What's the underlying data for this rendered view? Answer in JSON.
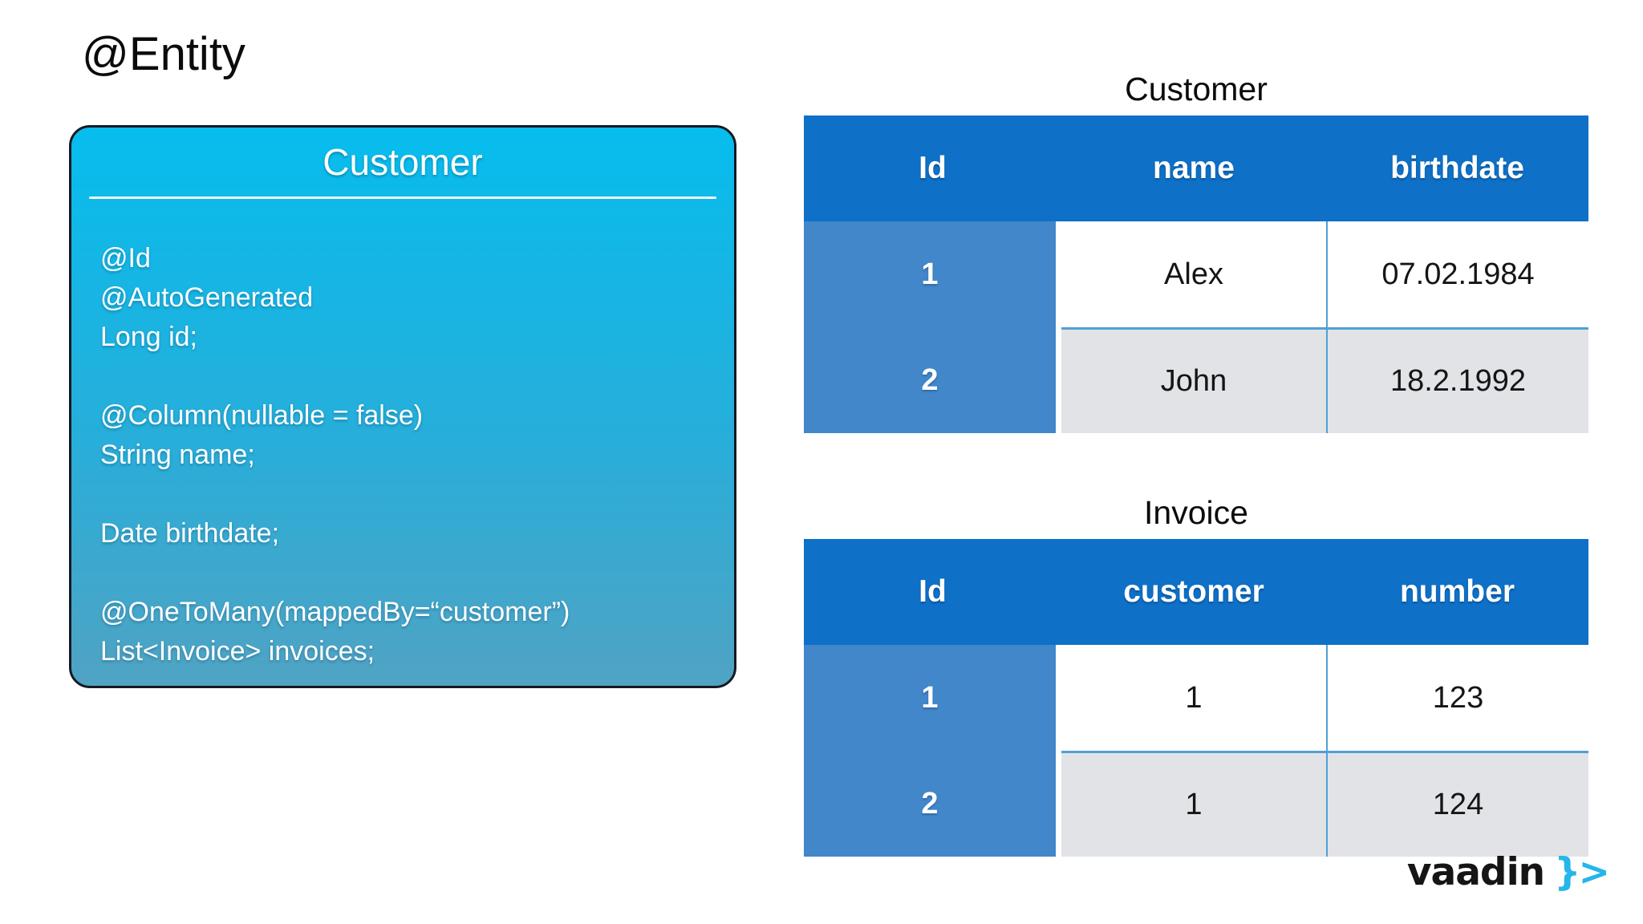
{
  "slide": {
    "title": "@Entity"
  },
  "entity_card": {
    "title": "Customer",
    "code_lines": [
      "@Id",
      "@AutoGenerated",
      "Long id;",
      "",
      "@Column(nullable = false)",
      "String name;",
      "",
      "Date birthdate;",
      "",
      "@OneToMany(mappedBy=“customer”)",
      "List<Invoice> invoices;"
    ]
  },
  "tables": {
    "customer": {
      "title": "Customer",
      "headers": [
        "Id",
        "name",
        "birthdate"
      ],
      "rows": [
        [
          "1",
          "Alex",
          "07.02.1984"
        ],
        [
          "2",
          "John",
          "18.2.1992"
        ]
      ]
    },
    "invoice": {
      "title": "Invoice",
      "headers": [
        "Id",
        "customer",
        "number"
      ],
      "rows": [
        [
          "1",
          "1",
          "123"
        ],
        [
          "2",
          "1",
          "124"
        ]
      ]
    }
  },
  "logo": {
    "text": "vaadin",
    "symbol": "}>"
  },
  "colors": {
    "header-blue": "#0E70C6",
    "id-blue": "#4187CA",
    "row-gray": "#E2E3E7",
    "divider-blue": "#4FA0D6",
    "card-top": "#06BDEE",
    "card-bottom": "#50A3C3",
    "vaadin-blue": "#25B6EA"
  }
}
